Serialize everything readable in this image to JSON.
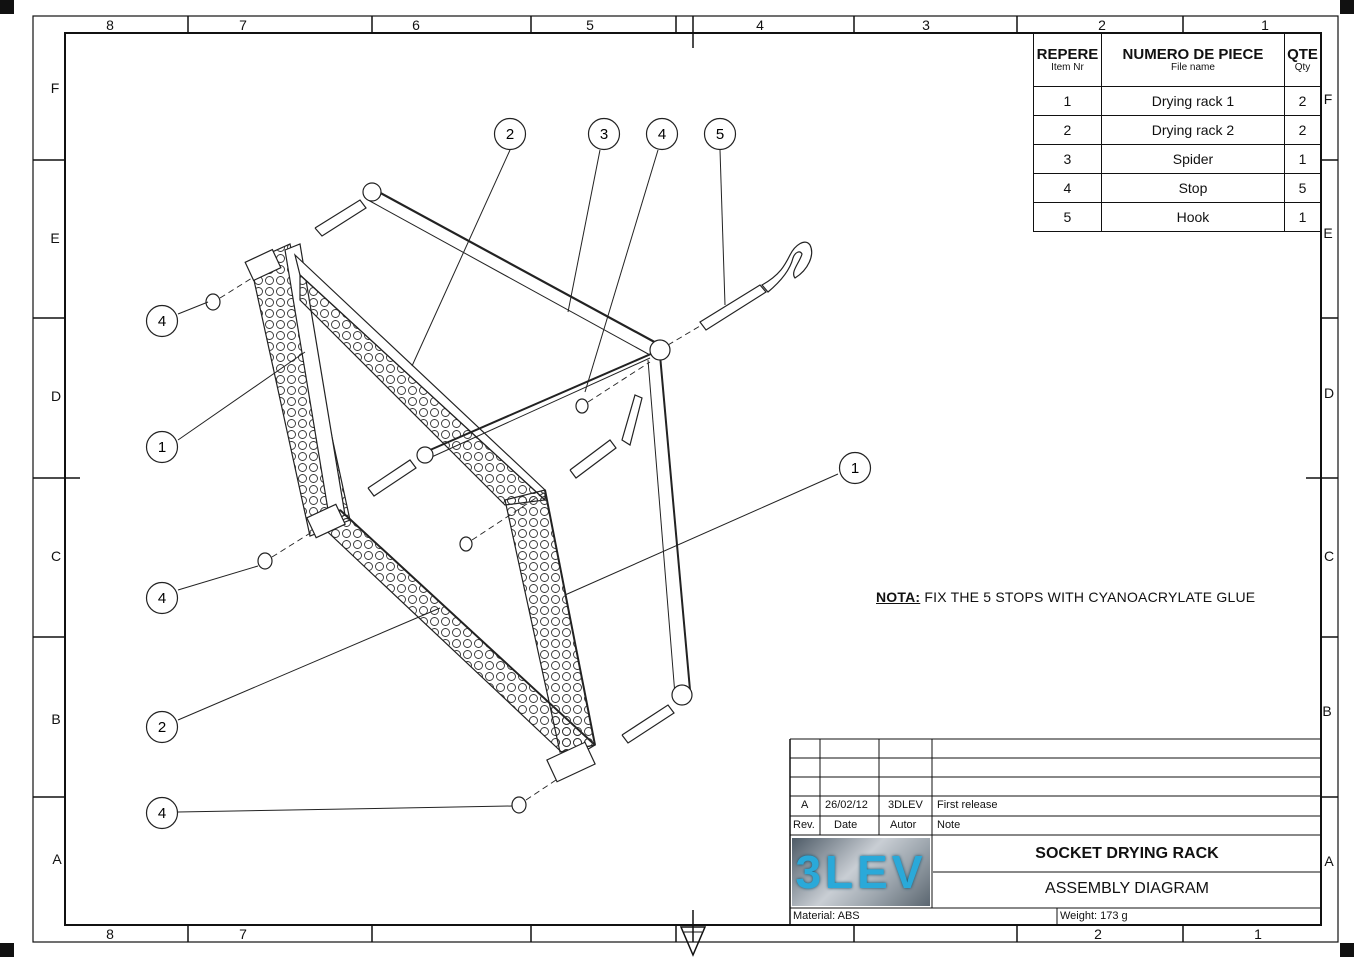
{
  "frame": {
    "columns": [
      "8",
      "7",
      "6",
      "5",
      "4",
      "3",
      "2",
      "1"
    ],
    "rows": [
      "F",
      "E",
      "D",
      "C",
      "B",
      "A"
    ]
  },
  "bom": {
    "header": {
      "item": "REPERE",
      "item_sub": "Item Nr",
      "name": "NUMERO DE PIECE",
      "name_sub": "File name",
      "qty": "QTE",
      "qty_sub": "Qty"
    },
    "rows": [
      {
        "item": "1",
        "name": "Drying rack 1",
        "qty": "2"
      },
      {
        "item": "2",
        "name": "Drying rack 2",
        "qty": "2"
      },
      {
        "item": "3",
        "name": "Spider",
        "qty": "1"
      },
      {
        "item": "4",
        "name": "Stop",
        "qty": "5"
      },
      {
        "item": "5",
        "name": "Hook",
        "qty": "1"
      }
    ]
  },
  "balloons": [
    "2",
    "3",
    "4",
    "5",
    "4",
    "1",
    "1",
    "4",
    "2",
    "4"
  ],
  "note": {
    "label": "NOTA:",
    "text": " FIX THE 5 STOPS WITH CYANOACRYLATE GLUE"
  },
  "title_block": {
    "revision": {
      "rev": "A",
      "date": "26/02/12",
      "author": "3DLEV",
      "note": "First release"
    },
    "headers": {
      "rev": "Rev.",
      "date": "Date",
      "author": "Autor",
      "note": "Note"
    },
    "logo": "3LEV",
    "title": "SOCKET DRYING RACK",
    "subtitle": "ASSEMBLY DIAGRAM",
    "material": "Material: ABS",
    "weight": "Weight: 173 g"
  }
}
